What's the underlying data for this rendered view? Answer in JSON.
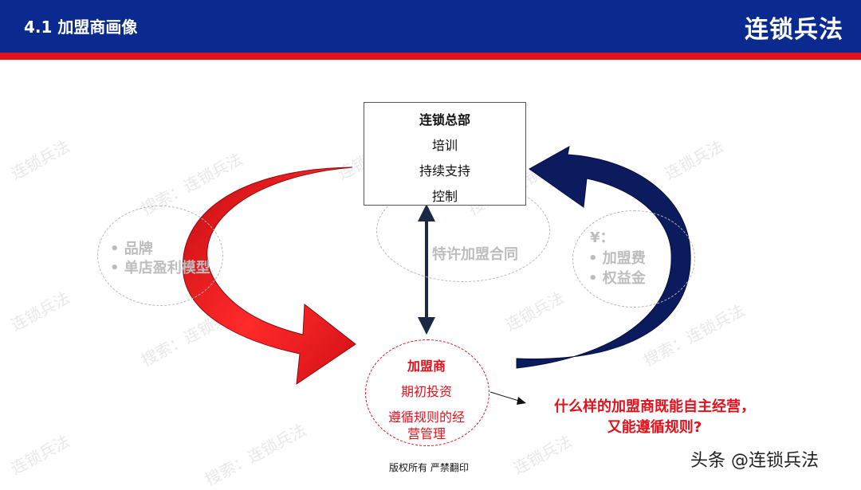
{
  "header": {
    "title": "4.1 加盟商画像",
    "brand": "连锁兵法"
  },
  "watermarks": [
    "连锁兵法",
    "搜索：连锁兵法"
  ],
  "hq": {
    "title": "连锁总部",
    "items": [
      "培训",
      "持续支持",
      "控制"
    ]
  },
  "left_ellipse": {
    "items": [
      "• 品牌",
      "• 单店盈利模型"
    ]
  },
  "center_ellipse": {
    "label": "特许加盟合同"
  },
  "right_ellipse": {
    "items": [
      "¥：",
      "• 加盟费",
      "• 权益金"
    ]
  },
  "franchisee": {
    "title": "加盟商",
    "items": [
      "期初投资",
      "遵循规则的经",
      "营管理"
    ]
  },
  "question": {
    "line1": "什么样的加盟商既能自主经营，",
    "line2": "又能遵循规则?"
  },
  "footer": {
    "copyright": "版权所有 严禁翻印"
  },
  "source": {
    "label": "头条 @连锁兵法"
  },
  "colors": {
    "header_blue": "#0b2a8f",
    "accent_red": "#e2121c",
    "arrow_navy": "#0c1a5e"
  }
}
